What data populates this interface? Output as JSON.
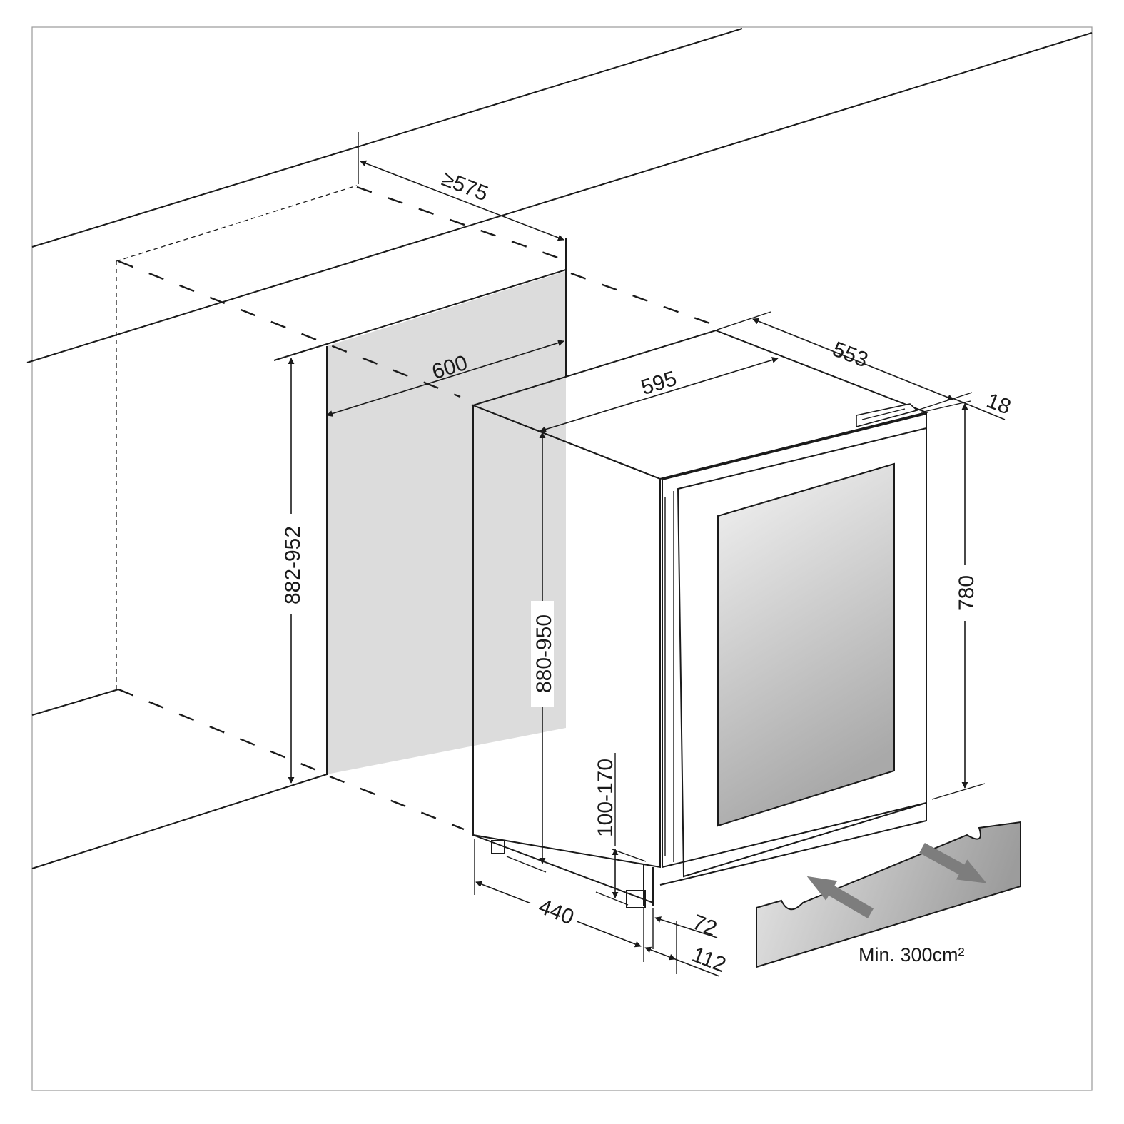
{
  "dimensions": {
    "niche_depth": "≥575",
    "niche_width": "600",
    "niche_height": "882-952",
    "cabinet_width": "595",
    "cabinet_depth": "553",
    "door_thickness": "18",
    "cabinet_height": "880-950",
    "door_height": "780",
    "plinth_height": "100-170",
    "foot_depth": "440",
    "plinth_setback": "72",
    "plinth_offset": "112"
  },
  "ventilation": {
    "caption": "Min. 300cm²"
  },
  "colors": {
    "line": "#1a1a1a",
    "niche_back": "#dcdcdc",
    "glass_light": "#f4f4f4",
    "glass_dark": "#a9a9a9",
    "grille_light": "#e6e6e6",
    "grille_dark": "#9c9c9c",
    "arrow": "#7d7d7d"
  }
}
